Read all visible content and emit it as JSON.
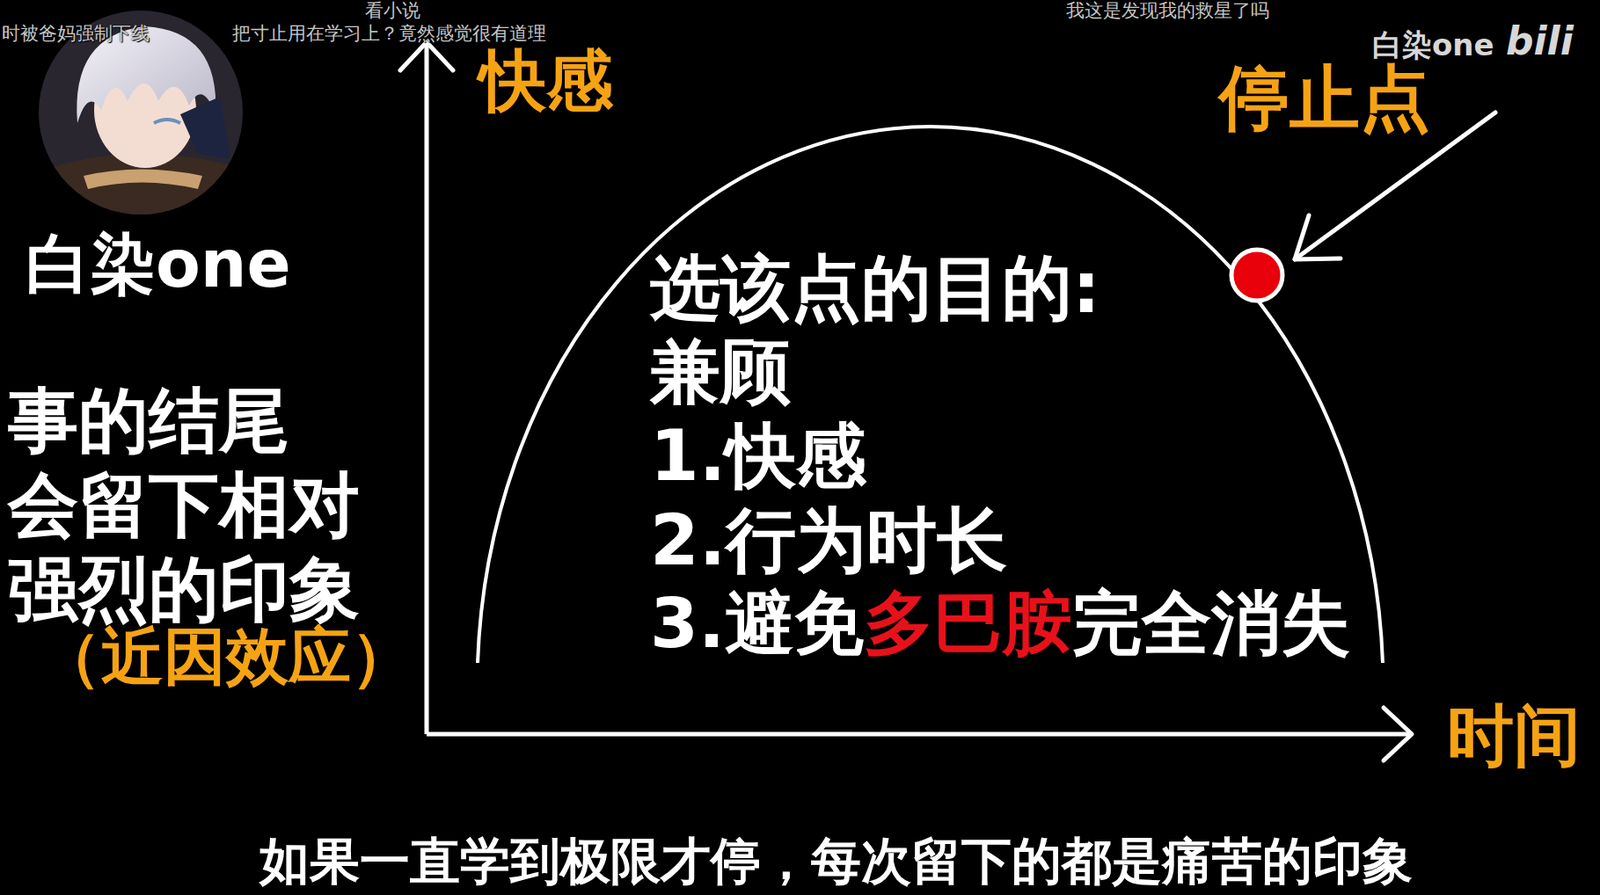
{
  "diagram": {
    "caption": "如果一直学到极限才停，每次留下的都是痛苦的印象",
    "labels": [
      "时被爸妈强制下线",
      "看小说",
      "把寸止用在学习上？竟然感觉很有道理",
      "我这是发现我的救星了吗",
      "白染one",
      "bili",
      "快感",
      "停止点",
      "白染one",
      "选该点的目的:",
      "兼顾",
      "1.快感",
      "2.行为时长",
      "3.避免",
      "多巴胺",
      "完全消失",
      "事的结尾 会留下相对 强烈的印象",
      "（近因效应）",
      "时间"
    ]
  }
}
